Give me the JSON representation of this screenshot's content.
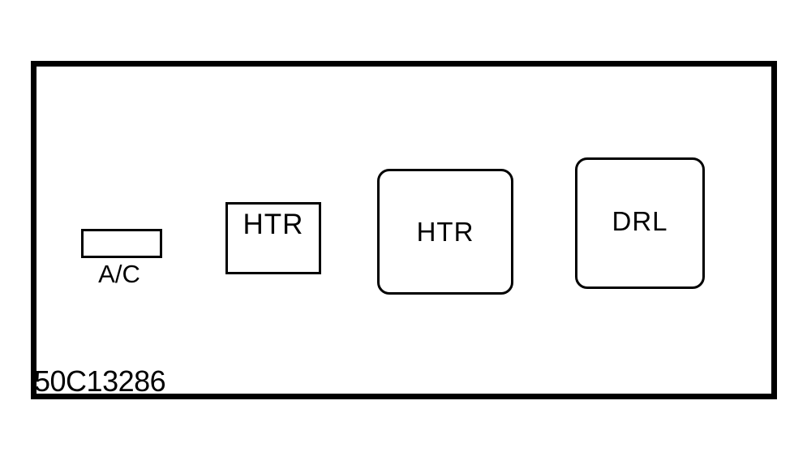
{
  "diagram": {
    "figure_id": "50C13286",
    "components": {
      "ac": {
        "label": "A/C"
      },
      "htr_small": {
        "label": "HTR"
      },
      "htr_large": {
        "label": "HTR"
      },
      "drl": {
        "label": "DRL"
      }
    },
    "colors": {
      "line": "#000000",
      "background": "#ffffff"
    }
  }
}
